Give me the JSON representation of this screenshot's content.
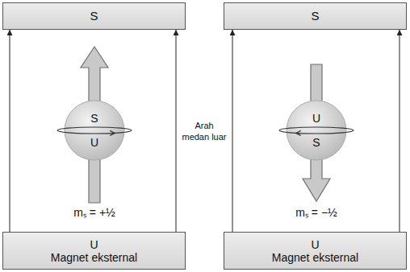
{
  "diagram": {
    "nodes": [
      {
        "text": [
          "S"
        ]
      },
      {
        "text": [
          "S"
        ]
      },
      {
        "text": [
          "S",
          "U"
        ]
      },
      {
        "text": [
          "U",
          "S"
        ]
      },
      {
        "text": [
          "U",
          "Magnet eksternal"
        ]
      },
      {
        "text": [
          "U",
          "Magnet eksternal"
        ]
      }
    ],
    "edges": [
      {
        "from": 4,
        "to": 0,
        "arrow": "to"
      },
      {
        "from": 4,
        "to": 0,
        "arrow": "to"
      },
      {
        "from": 5,
        "to": 1,
        "arrow": "to"
      },
      {
        "from": 5,
        "to": 1,
        "arrow": "to"
      }
    ],
    "labels": [
      "Arah medan luar",
      "mₛ = +½",
      "mₛ = −½"
    ]
  }
}
